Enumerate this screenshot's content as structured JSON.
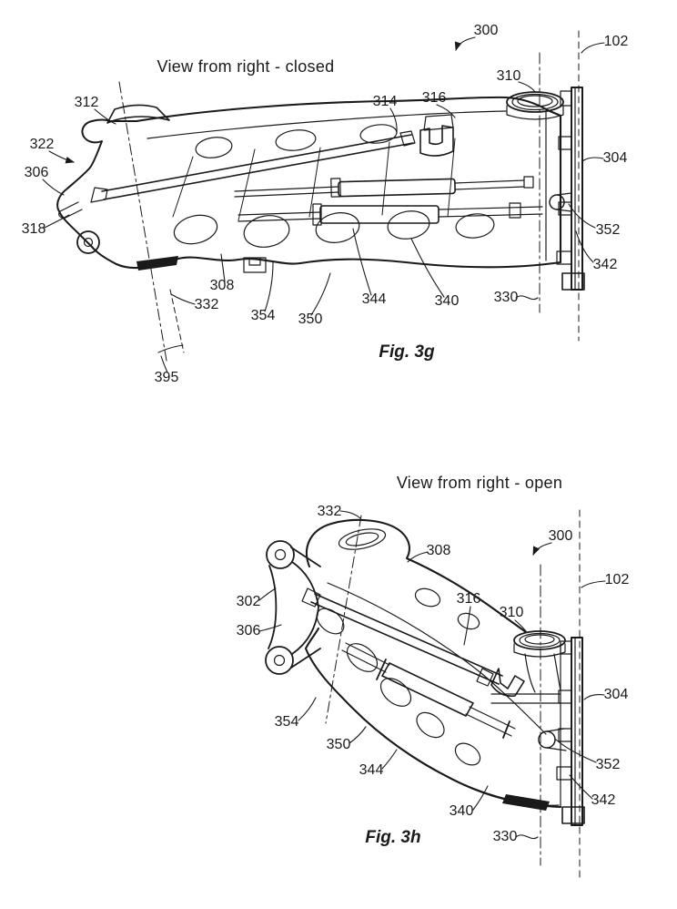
{
  "sheet": {
    "background": "#ffffff",
    "ink": "#1a1a1a"
  },
  "figures": [
    {
      "title": "View from right - closed",
      "caption": "Fig. 3g",
      "labels": {
        "300": "300",
        "102": "102",
        "310": "310",
        "316": "316",
        "314": "314",
        "312": "312",
        "322": "322",
        "306": "306",
        "318": "318",
        "304": "304",
        "352": "352",
        "342": "342",
        "332": "332",
        "308": "308",
        "354": "354",
        "350": "350",
        "344": "344",
        "340": "340",
        "330": "330",
        "395": "395"
      }
    },
    {
      "title": "View from right - open",
      "caption": "Fig. 3h",
      "labels": {
        "300": "300",
        "102": "102",
        "302": "302",
        "306": "306",
        "308": "308",
        "310": "310",
        "316": "316",
        "304": "304",
        "354": "354",
        "350": "350",
        "344": "344",
        "352": "352",
        "342": "342",
        "340": "340",
        "330": "330",
        "332": "332"
      }
    }
  ]
}
